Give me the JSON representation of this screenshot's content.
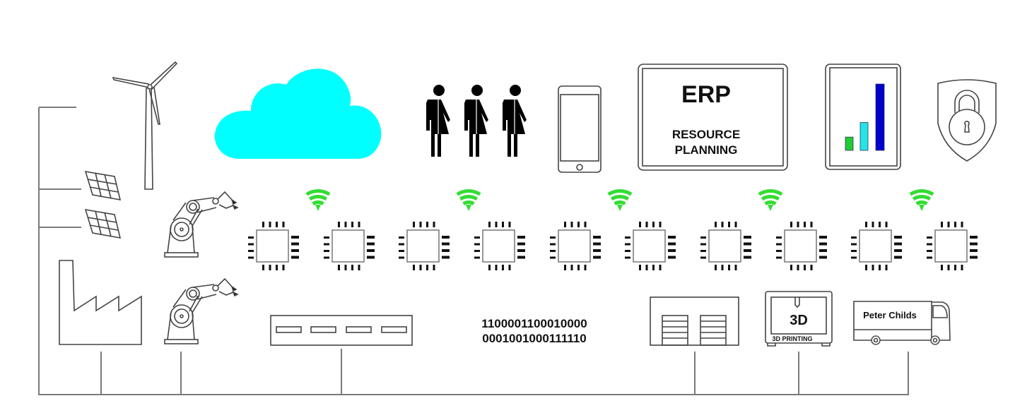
{
  "title": "Industry 4.0 smart factory diagram",
  "colors": {
    "cloud": "#00FFFF",
    "wifi": "#33DD33",
    "bar_small": "#22CC33",
    "bar_medium": "#22E5E5",
    "bar_large": "#0000CC",
    "line": "#7a7a7a"
  },
  "icons": {
    "energy": [
      "wind-turbine-icon",
      "solar-panel-icon",
      "solar-panel-icon"
    ],
    "production": [
      "factory-icon",
      "robot-arm-icon",
      "robot-arm-icon"
    ],
    "cloud": "cloud-icon",
    "people": "people-icon",
    "mobile": "smartphone-icon",
    "analytics": "bar-chart-tablet-icon",
    "security": "shield-lock-icon",
    "network": "network-switch-icon",
    "warehouse": "warehouse-icon",
    "delivery": "delivery-truck-icon"
  },
  "erp": {
    "title": "ERP",
    "line1": "RESOURCE",
    "line2": "PLANNING"
  },
  "analytics_bars": [
    0.2,
    0.42,
    1.0
  ],
  "binary": {
    "line1": "1100001100010000",
    "line2": "0001001000111110"
  },
  "printer": {
    "big_label": "3D",
    "small_label": "3D PRINTING"
  },
  "truck": {
    "label": "Peter Childs"
  },
  "chips_count": 10,
  "wifi_count": 5
}
